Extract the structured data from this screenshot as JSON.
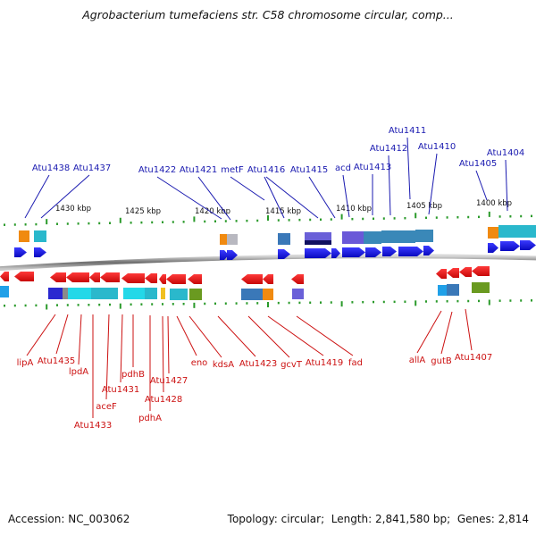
{
  "title": "Agrobacterium tumefaciens str. C58 chromosome circular, comp...",
  "footer": {
    "accession_label": "Accession:",
    "accession": "NC_003062",
    "topology_label": "Topology:",
    "topology": "circular",
    "length_label": "Length:",
    "length": "2,841,580 bp",
    "genes_label": "Genes:",
    "genes": "2,814"
  },
  "colors": {
    "forward": "#1111dd",
    "reverse": "#e81818",
    "forward_label": "#1a1ab0",
    "reverse_label": "#cc1111",
    "backbone": "#8a8a8a",
    "tick": "#2a9a2a"
  },
  "scale": {
    "labels": [
      "1430 kbp",
      "1425 kbp",
      "1420 kbp",
      "1415 kbp",
      "1410 kbp",
      "1405 kbp",
      "1400 kbp"
    ]
  },
  "forward_labels": [
    "Atu1438",
    "Atu1437",
    "Atu1422",
    "Atu1421",
    "metF",
    "Atu1416",
    "Atu1415",
    "acd",
    "Atu1413",
    "Atu1412",
    "Atu1411",
    "Atu1410",
    "Atu1405",
    "Atu1404"
  ],
  "reverse_labels": [
    "lipA",
    "Atu1435",
    "lpdA",
    "Atu1433",
    "aceF",
    "Atu1431",
    "pdhB",
    "pdhA",
    "Atu1428",
    "Atu1427",
    "eno",
    "kdsA",
    "Atu1423",
    "gcvT",
    "Atu1419",
    "fad",
    "allA",
    "gutB",
    "Atu1407"
  ]
}
